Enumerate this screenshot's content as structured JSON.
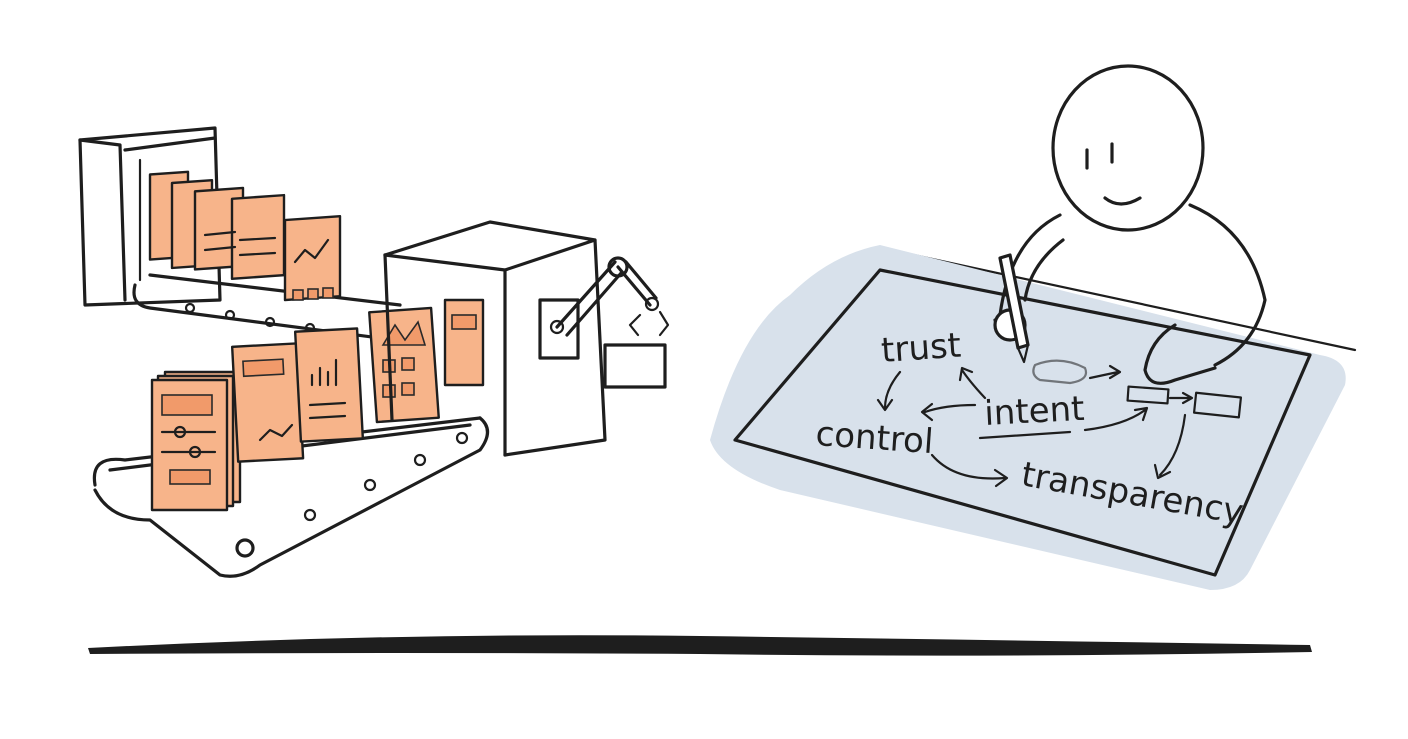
{
  "whiteboard": {
    "words": {
      "trust": "trust",
      "intent": "intent",
      "control": "control",
      "transparency": "transparency"
    }
  },
  "colors": {
    "document_fill": "#f7b48a",
    "document_accent": "#f19a6a",
    "board_fill": "#d8e1eb",
    "ink": "#1e1e1e"
  }
}
